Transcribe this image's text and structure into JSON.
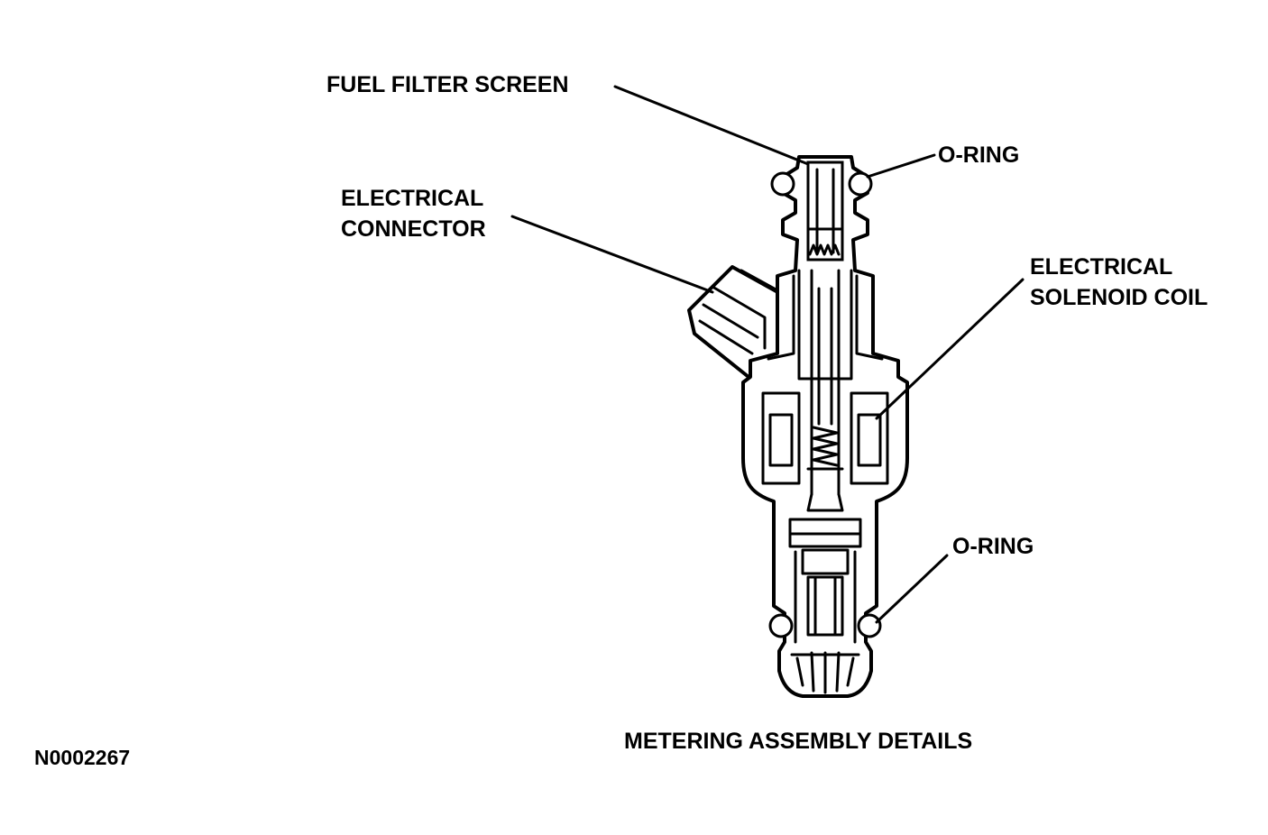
{
  "diagram": {
    "caption": "METERING ASSEMBLY DETAILS",
    "figure_id": "N0002267",
    "labels": {
      "fuel_filter_screen": "FUEL FILTER SCREEN",
      "o_ring_top": "O-RING",
      "electrical_connector_line1": "ELECTRICAL",
      "electrical_connector_line2": "CONNECTOR",
      "solenoid_coil_line1": "ELECTRICAL",
      "solenoid_coil_line2": "SOLENOID COIL",
      "o_ring_bottom": "O-RING"
    }
  }
}
